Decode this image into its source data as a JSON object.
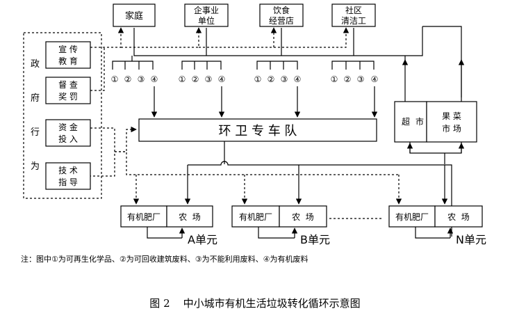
{
  "sources": [
    {
      "line1": "家庭",
      "line2": ""
    },
    {
      "line1": "企事业",
      "line2": "单位"
    },
    {
      "line1": "饮食",
      "line2": "经营店"
    },
    {
      "line1": "社区",
      "line2": "清洁工"
    }
  ],
  "circled_numbers": [
    "①",
    "②",
    "③",
    "④"
  ],
  "government": {
    "chars": [
      "政",
      "府",
      "行",
      "为"
    ],
    "items": [
      {
        "line1": "宣 传",
        "line2": "教 育"
      },
      {
        "line1": "督 查",
        "line2": "奖 罚"
      },
      {
        "line1": "资 金",
        "line2": "投 入"
      },
      {
        "line1": "技 术",
        "line2": "指 导"
      }
    ]
  },
  "sanitation_team": "环 卫 专 车 队",
  "market": {
    "supermarket": {
      "line1": "超",
      "line2": "市"
    },
    "produce_market": {
      "line1": "果 菜",
      "line2": "市 场"
    }
  },
  "units": [
    {
      "fertilizer": "有机肥厂",
      "farm": "农  场",
      "label": "A单元"
    },
    {
      "fertilizer": "有机肥厂",
      "farm": "农  场",
      "label": "B单元"
    },
    {
      "fertilizer": "有机肥厂",
      "farm": "农  场",
      "label": "N单元"
    }
  ],
  "note": "注：图中①为可再生化学品、②为可回收建筑废料、③为不能利用废料、④为有机废料",
  "caption": "图 2    中小城市有机生活垃圾转化循环示意图"
}
